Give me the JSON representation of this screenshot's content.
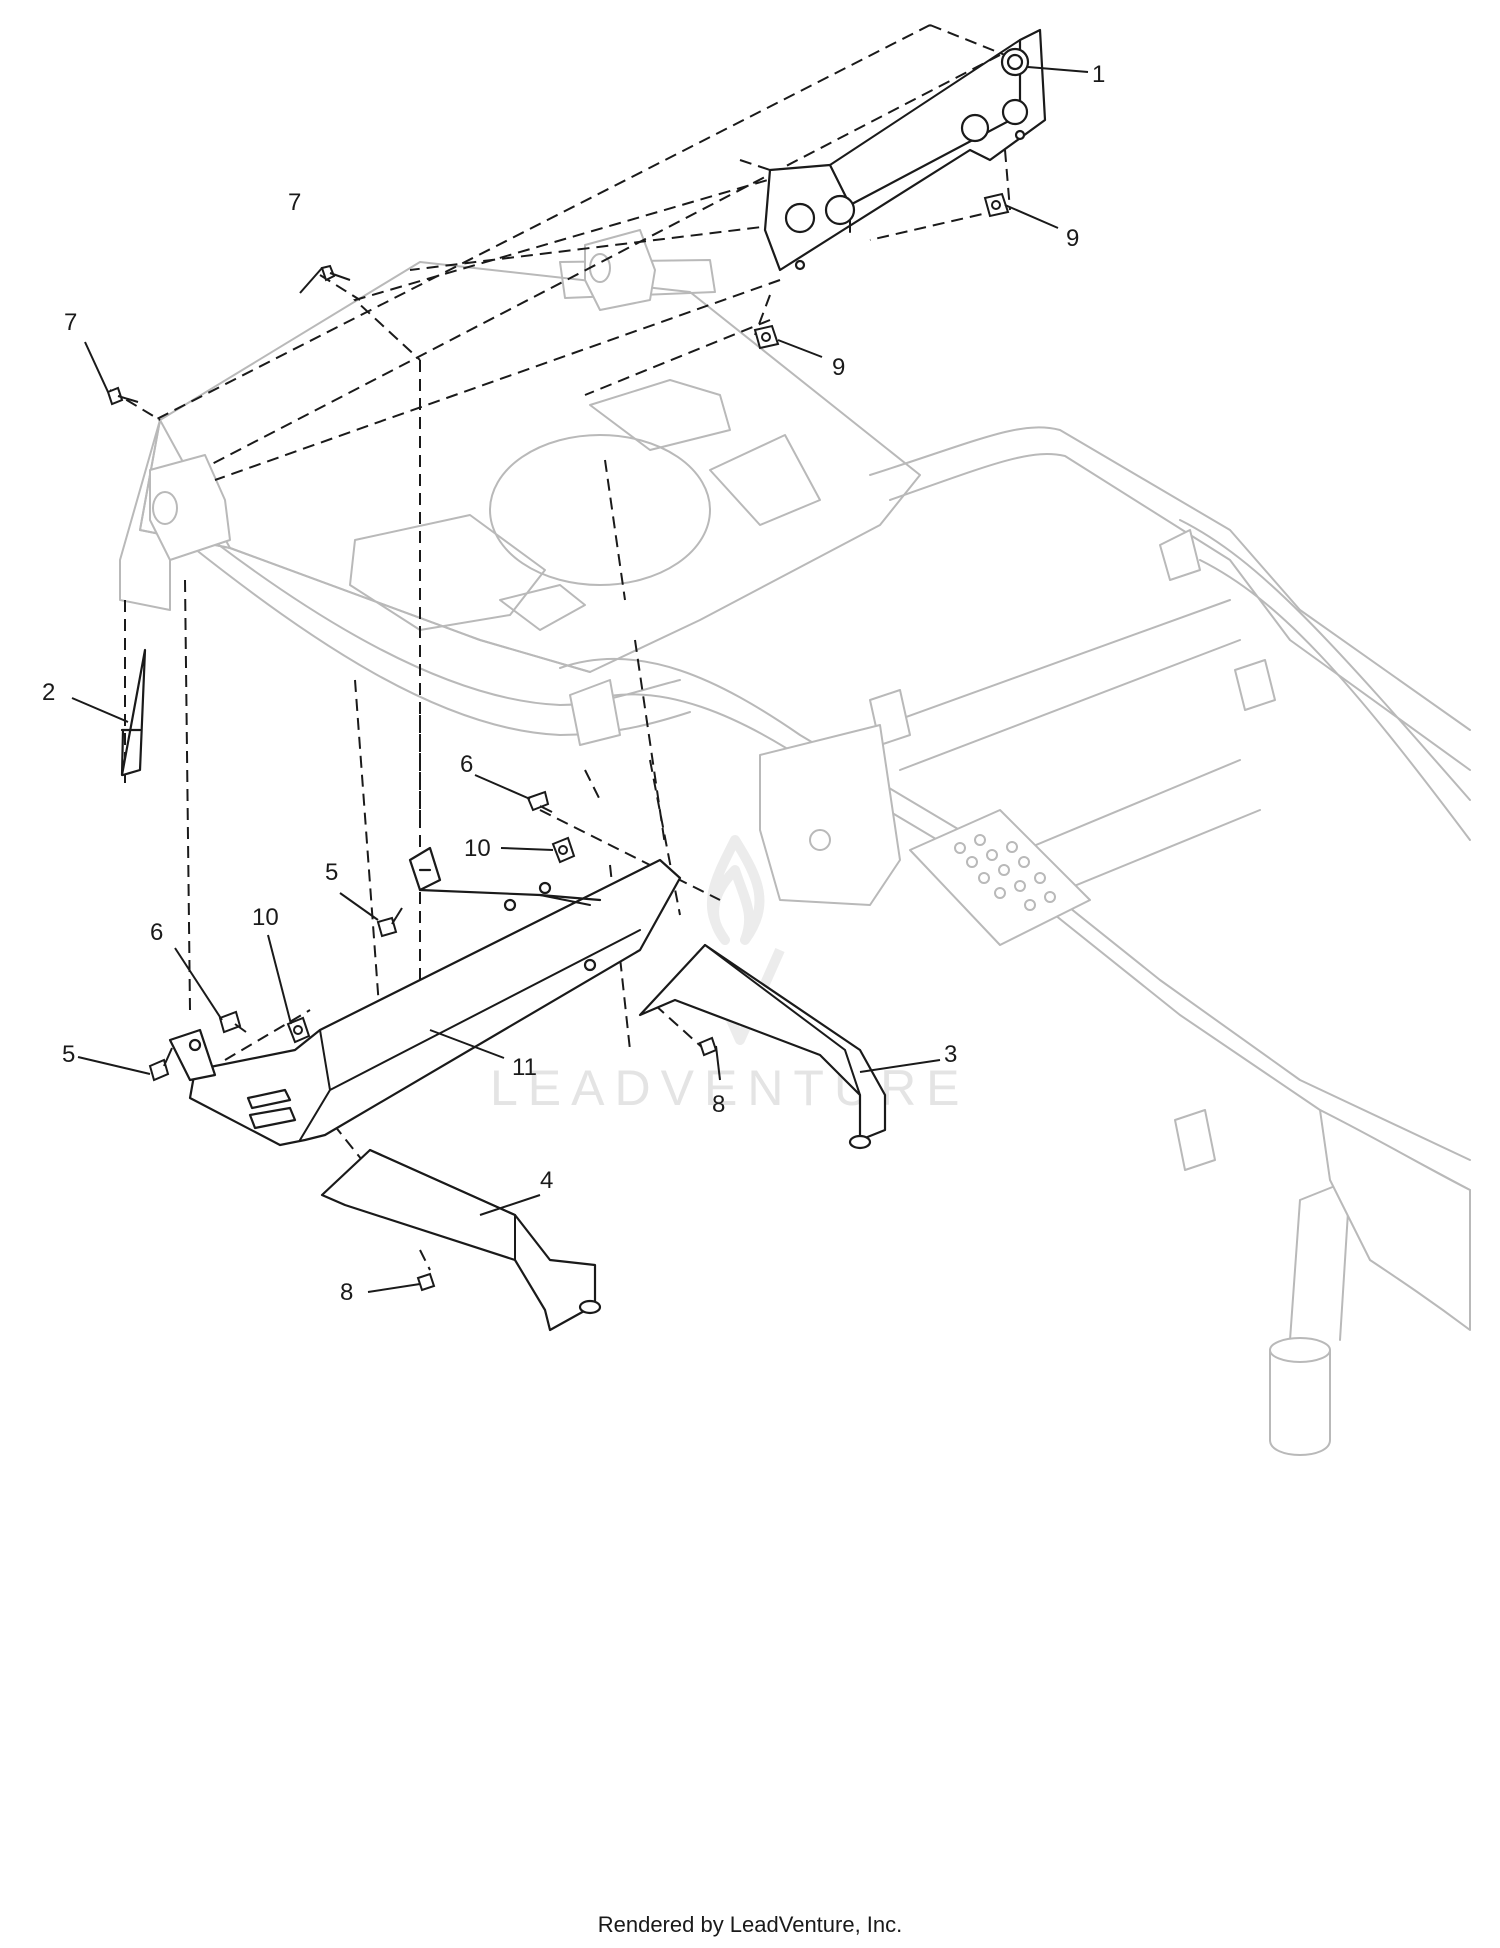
{
  "callouts": [
    {
      "id": "c1",
      "label": "1"
    },
    {
      "id": "c2",
      "label": "2"
    },
    {
      "id": "c3",
      "label": "3"
    },
    {
      "id": "c4",
      "label": "4"
    },
    {
      "id": "c5a",
      "label": "5"
    },
    {
      "id": "c5b",
      "label": "5"
    },
    {
      "id": "c6a",
      "label": "6"
    },
    {
      "id": "c6b",
      "label": "6"
    },
    {
      "id": "c7a",
      "label": "7"
    },
    {
      "id": "c7b",
      "label": "7"
    },
    {
      "id": "c8a",
      "label": "8"
    },
    {
      "id": "c8b",
      "label": "8"
    },
    {
      "id": "c9a",
      "label": "9"
    },
    {
      "id": "c9b",
      "label": "9"
    },
    {
      "id": "c10a",
      "label": "10"
    },
    {
      "id": "c10b",
      "label": "10"
    },
    {
      "id": "c11",
      "label": "11"
    }
  ],
  "watermark": "LEADVENTURE",
  "footer": {
    "credit": "Rendered by LeadVenture, Inc."
  },
  "colors": {
    "frame": "#b9b9b9",
    "parts": "#1a1a1a",
    "watermark": "#e4e4e4"
  }
}
